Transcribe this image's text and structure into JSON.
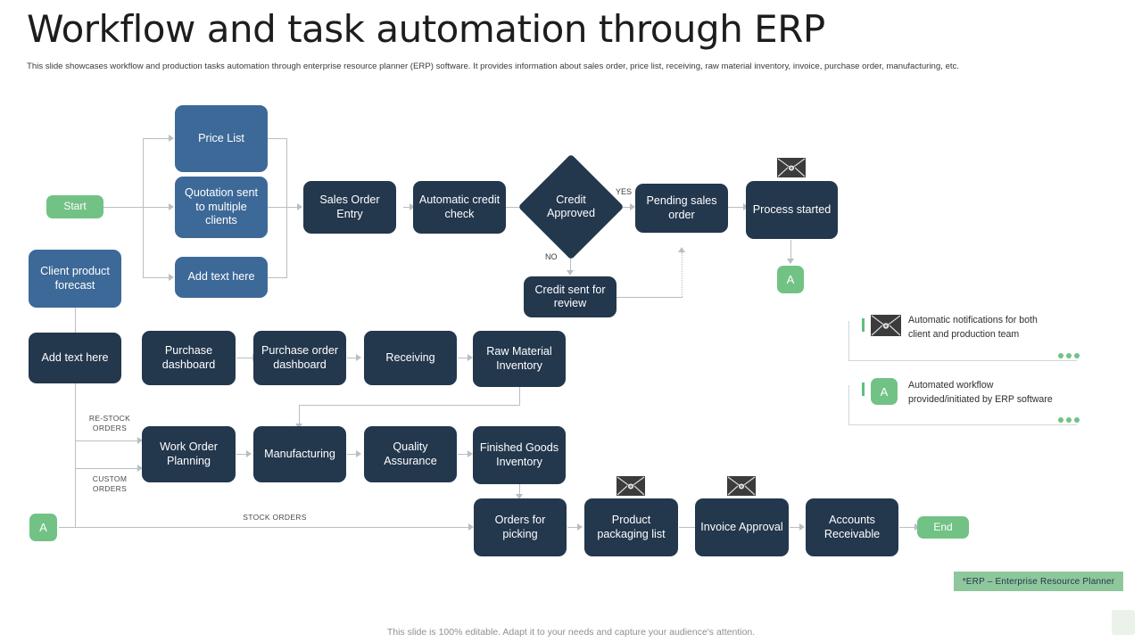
{
  "header": {
    "title": "Workflow and task automation through ERP",
    "subtitle": "This slide showcases workflow and production tasks automation through enterprise resource planner (ERP) software. It provides information about sales order, price list, receiving, raw material inventory, invoice, purchase order, manufacturing, etc."
  },
  "nodes": {
    "start": "Start",
    "price_list": "Price List",
    "quotation": "Quotation sent to multiple clients",
    "add_text_1": "Add text here",
    "client_forecast": "Client product forecast",
    "sales_order_entry": "Sales Order Entry",
    "automatic_credit_check": "Automatic credit check",
    "credit_approved": "Credit Approved",
    "pending_sales_order": "Pending sales order",
    "process_started": "Process started",
    "credit_sent_review": "Credit sent for review",
    "connector_a_top": "A",
    "add_text_2": "Add text here",
    "purchase_dashboard": "Purchase dashboard",
    "purchase_order_dashboard": "Purchase order dashboard",
    "receiving": "Receiving",
    "raw_material_inventory": "Raw Material Inventory",
    "work_order_planning": "Work Order Planning",
    "manufacturing": "Manufacturing",
    "quality_assurance": "Quality Assurance",
    "finished_goods_inventory": "Finished Goods Inventory",
    "connector_a_bottom": "A",
    "orders_for_picking": "Orders for picking",
    "product_packaging_list": "Product packaging list",
    "invoice_approval": "Invoice Approval",
    "accounts_receivable": "Accounts Receivable",
    "end": "End"
  },
  "edge_labels": {
    "yes": "YES",
    "no": "NO",
    "restock_orders": "RE-STOCK ORDERS",
    "custom_orders": "CUSTOM ORDERS",
    "stock_orders": "STOCK ORDERS"
  },
  "legend": [
    {
      "icon": "envelope-icon",
      "line1": "Automatic notifications for both",
      "line2": "client and production  team"
    },
    {
      "icon": "a-badge",
      "badge": "A",
      "line1": "Automated workflow",
      "line2": "provided/initiated   by ERP software"
    }
  ],
  "footnote": "*ERP – Enterprise Resource Planner",
  "footer": "This slide is 100% editable.  Adapt it to your needs and capture your audience's attention.",
  "colors": {
    "dark_navy": "#23374d",
    "mid_blue": "#3d6998",
    "green": "#72c285",
    "footnote_bg": "#8fc79c",
    "connector": "#b8bec4"
  }
}
